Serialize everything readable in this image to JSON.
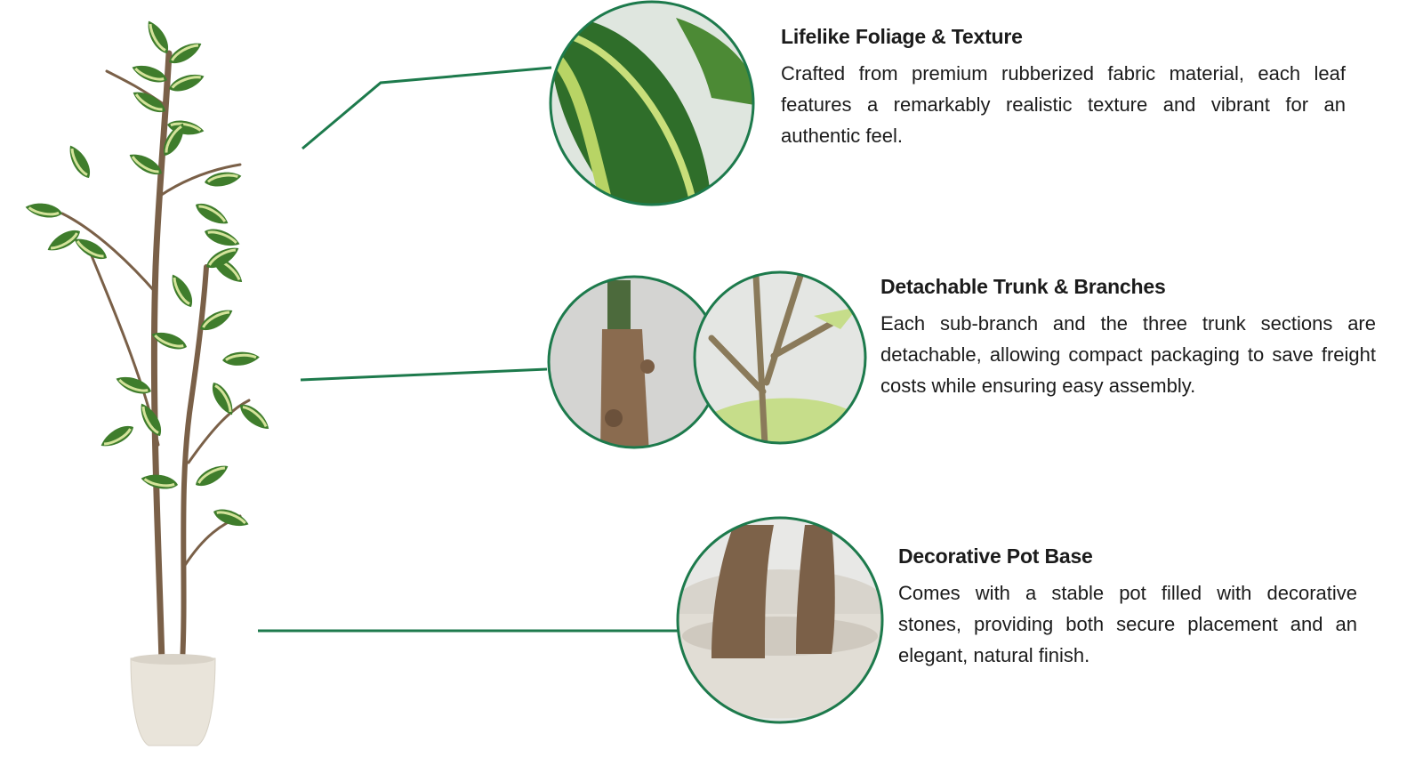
{
  "accent_color": "#1d7a4c",
  "features": [
    {
      "title": "Lifelike Foliage & Texture",
      "body": "Crafted from premium rubberized fabric material, each leaf features a remarkably realistic texture and vibrant for an authentic feel."
    },
    {
      "title": "Detachable Trunk & Branches",
      "body": "Each sub-branch and the three trunk sections are detachable, allowing compact packaging to save freight costs while ensuring easy assembly."
    },
    {
      "title": "Decorative Pot Base",
      "body": "Comes with a stable pot filled with decorative stones, providing both secure placement and an elegant, natural finish."
    }
  ]
}
